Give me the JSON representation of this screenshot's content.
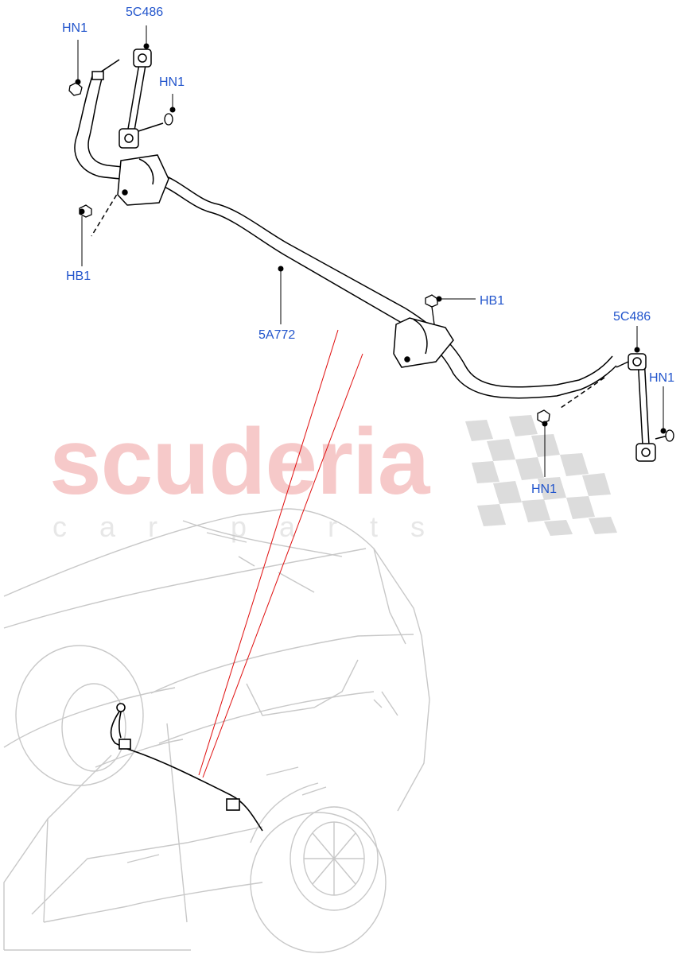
{
  "watermark": {
    "brand": "scuderia",
    "tagline": "car parts",
    "brand_color": "#f6c9c9",
    "checker_color": "#dcdcdc"
  },
  "callouts": {
    "hn1_top_left": "HN1",
    "link_top_left": "5C486",
    "hn1_top_mid": "HN1",
    "hb1_left": "HB1",
    "bar": "5A772",
    "hb1_right": "HB1",
    "link_right": "5C486",
    "hn1_right": "HN1",
    "hn1_lower": "HN1"
  },
  "colors": {
    "callout_text": "#2255cc",
    "part_line": "#000000",
    "vehicle_line": "#c8c8c8",
    "locator_line": "#e01010"
  }
}
